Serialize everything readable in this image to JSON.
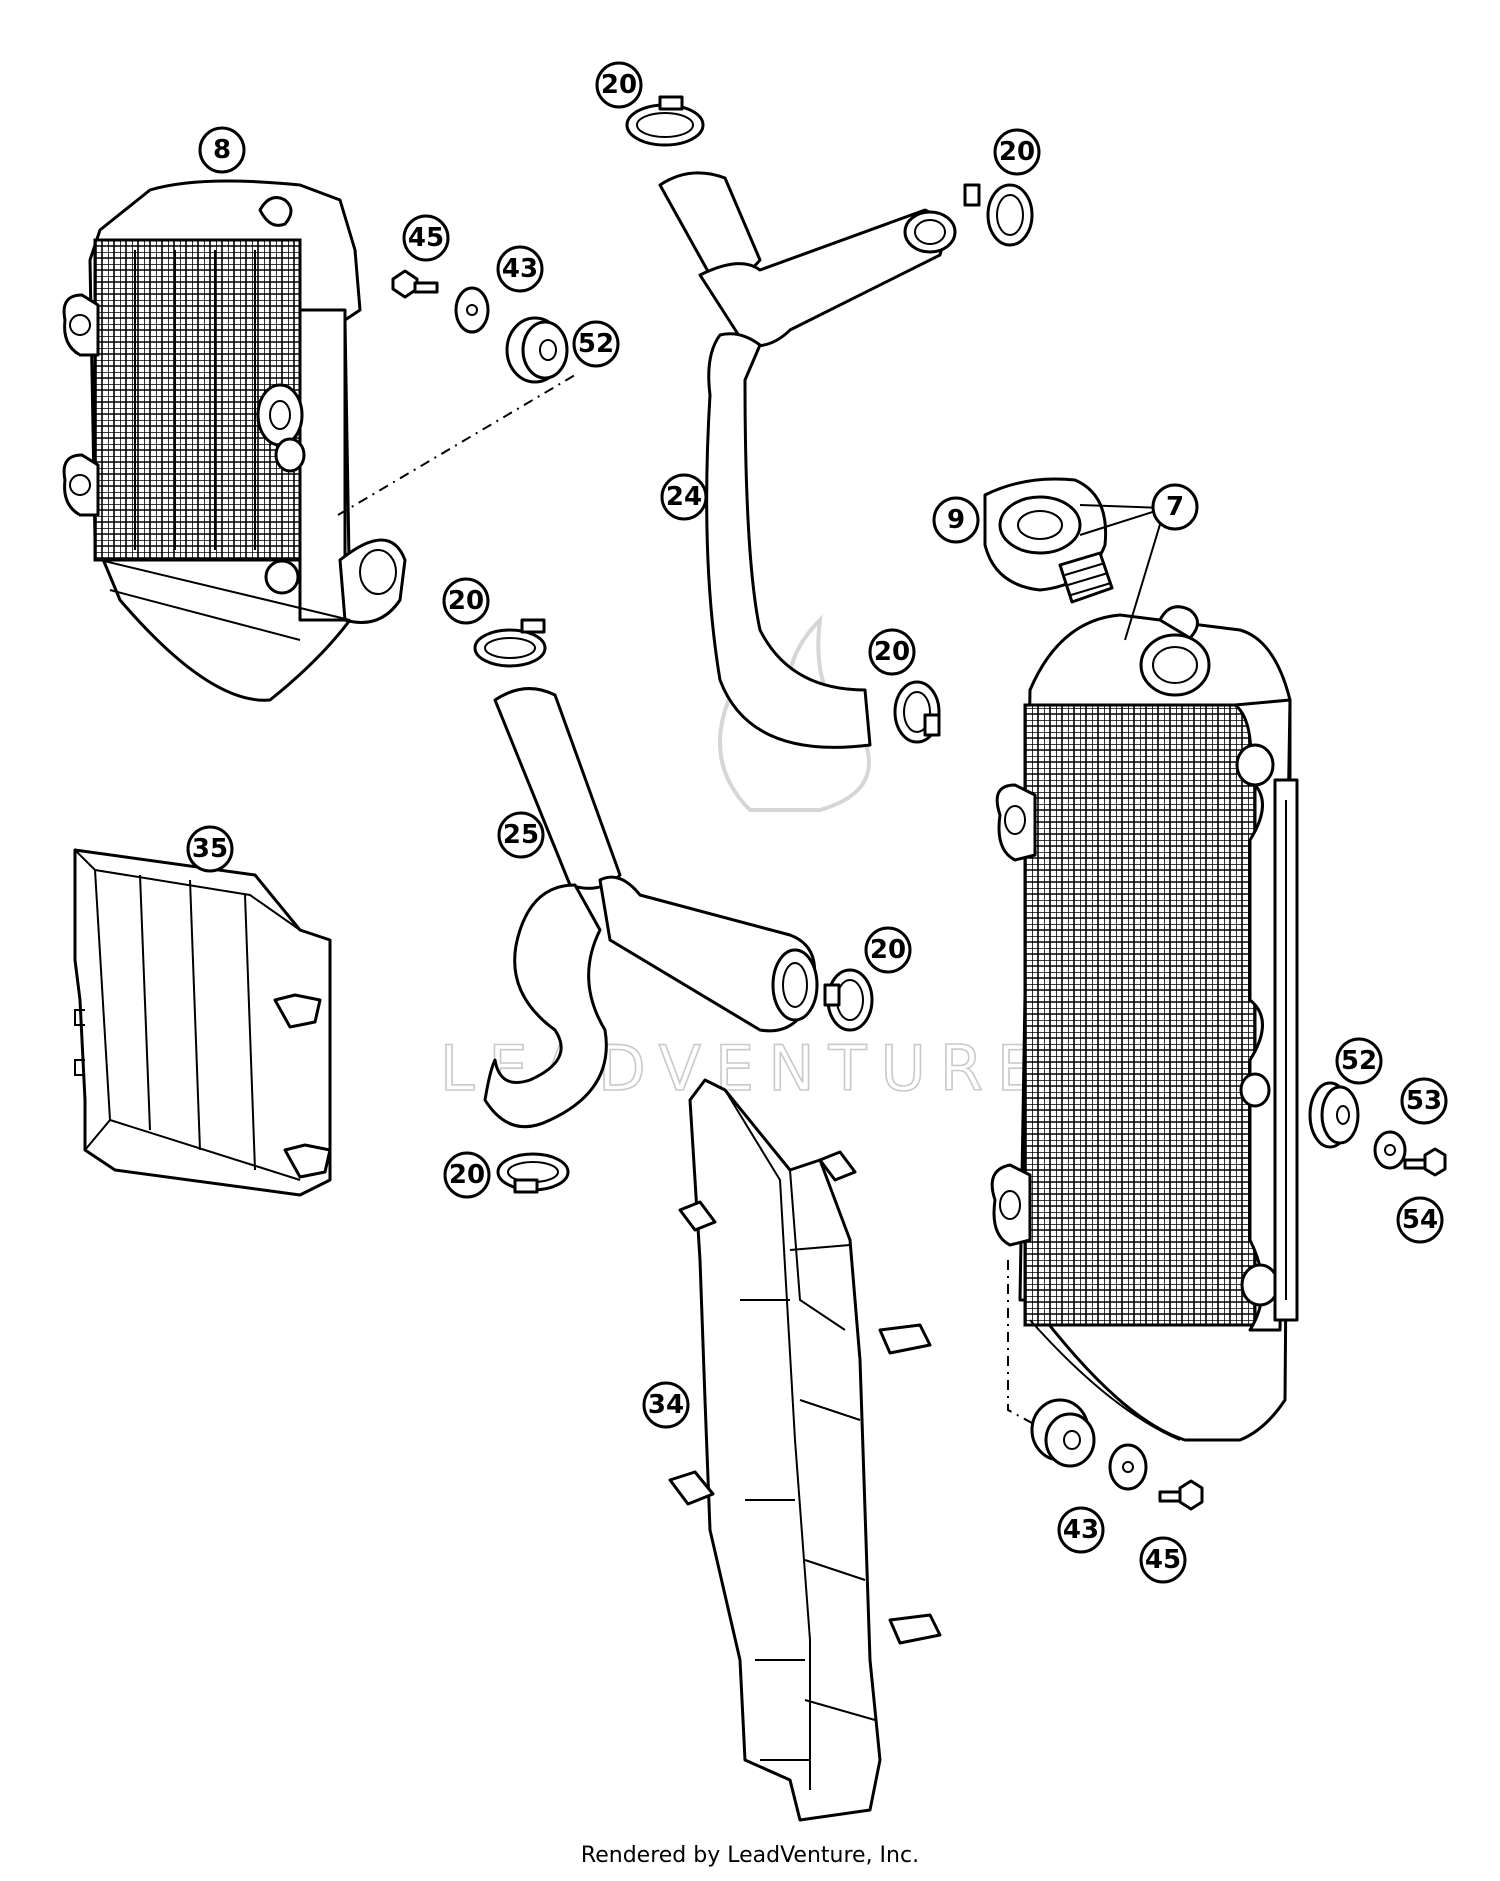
{
  "watermark": {
    "text": "LEADVENTURE"
  },
  "footer": {
    "text": "Rendered by LeadVenture, Inc."
  },
  "callouts": [
    {
      "id": "c8",
      "label": "8"
    },
    {
      "id": "c20a",
      "label": "20"
    },
    {
      "id": "c20b",
      "label": "20"
    },
    {
      "id": "c45a",
      "label": "45"
    },
    {
      "id": "c43a",
      "label": "43"
    },
    {
      "id": "c52a",
      "label": "52"
    },
    {
      "id": "c24",
      "label": "24"
    },
    {
      "id": "c9",
      "label": "9"
    },
    {
      "id": "c7",
      "label": "7"
    },
    {
      "id": "c20c",
      "label": "20"
    },
    {
      "id": "c20d",
      "label": "20"
    },
    {
      "id": "c25",
      "label": "25"
    },
    {
      "id": "c35",
      "label": "35"
    },
    {
      "id": "c20e",
      "label": "20"
    },
    {
      "id": "c20f",
      "label": "20"
    },
    {
      "id": "c52b",
      "label": "52"
    },
    {
      "id": "c53",
      "label": "53"
    },
    {
      "id": "c54",
      "label": "54"
    },
    {
      "id": "c34",
      "label": "34"
    },
    {
      "id": "c43b",
      "label": "43"
    },
    {
      "id": "c45b",
      "label": "45"
    }
  ]
}
